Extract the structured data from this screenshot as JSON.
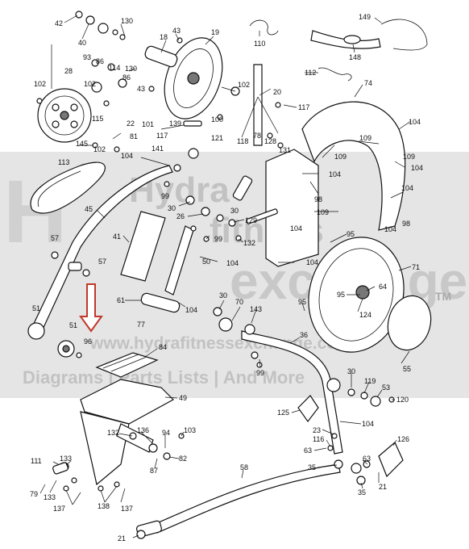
{
  "watermark": {
    "brand_line1": "Hydra",
    "brand_line2": "fitness",
    "brand_line3": "exchange",
    "trademark": "TM",
    "url": "www.hydrafitnessexchange.com",
    "tagline": "Diagrams | Parts Lists | And More"
  },
  "colors": {
    "watermark_band": "#dcdcdc",
    "arrow": "#c0392b",
    "line": "#111111"
  },
  "labels": [
    {
      "id": "42a",
      "text": "42"
    },
    {
      "id": "40a",
      "text": "40"
    },
    {
      "id": "130a",
      "text": "130"
    },
    {
      "id": "43a",
      "text": "43"
    },
    {
      "id": "18",
      "text": "18"
    },
    {
      "id": "19",
      "text": "19"
    },
    {
      "id": "110",
      "text": "110"
    },
    {
      "id": "149",
      "text": "149"
    },
    {
      "id": "148",
      "text": "148"
    },
    {
      "id": "93",
      "text": "93"
    },
    {
      "id": "86a",
      "text": "86"
    },
    {
      "id": "114",
      "text": "114"
    },
    {
      "id": "130b",
      "text": "130"
    },
    {
      "id": "102a",
      "text": "102"
    },
    {
      "id": "28",
      "text": "28"
    },
    {
      "id": "102b",
      "text": "102"
    },
    {
      "id": "86b",
      "text": "86"
    },
    {
      "id": "43b",
      "text": "43"
    },
    {
      "id": "102c",
      "text": "102"
    },
    {
      "id": "20",
      "text": "20"
    },
    {
      "id": "112",
      "text": "112"
    },
    {
      "id": "74",
      "text": "74"
    },
    {
      "id": "117a",
      "text": "117"
    },
    {
      "id": "115",
      "text": "115"
    },
    {
      "id": "22",
      "text": "22"
    },
    {
      "id": "101",
      "text": "101"
    },
    {
      "id": "100",
      "text": "100"
    },
    {
      "id": "139",
      "text": "139"
    },
    {
      "id": "117b",
      "text": "117"
    },
    {
      "id": "121",
      "text": "121"
    },
    {
      "id": "118",
      "text": "118"
    },
    {
      "id": "78",
      "text": "78"
    },
    {
      "id": "128",
      "text": "128"
    },
    {
      "id": "81",
      "text": "81"
    },
    {
      "id": "145",
      "text": "145"
    },
    {
      "id": "102d",
      "text": "102"
    },
    {
      "id": "141",
      "text": "141"
    },
    {
      "id": "131",
      "text": "131"
    },
    {
      "id": "104a",
      "text": "104"
    },
    {
      "id": "109a",
      "text": "109"
    },
    {
      "id": "104b",
      "text": "104"
    },
    {
      "id": "109b",
      "text": "109"
    },
    {
      "id": "109c",
      "text": "109"
    },
    {
      "id": "104c",
      "text": "104"
    },
    {
      "id": "113",
      "text": "113"
    },
    {
      "id": "104d",
      "text": "104"
    },
    {
      "id": "99a",
      "text": "99"
    },
    {
      "id": "98a",
      "text": "98"
    },
    {
      "id": "104e",
      "text": "104"
    },
    {
      "id": "45",
      "text": "45"
    },
    {
      "id": "30a",
      "text": "30"
    },
    {
      "id": "26",
      "text": "26"
    },
    {
      "id": "109d",
      "text": "109"
    },
    {
      "id": "104f",
      "text": "104"
    },
    {
      "id": "98b",
      "text": "98"
    },
    {
      "id": "30b",
      "text": "30"
    },
    {
      "id": "129",
      "text": "129"
    },
    {
      "id": "104g",
      "text": "104"
    },
    {
      "id": "41",
      "text": "41"
    },
    {
      "id": "99b",
      "text": "99"
    },
    {
      "id": "132a",
      "text": "132"
    },
    {
      "id": "95a",
      "text": "95"
    },
    {
      "id": "57a",
      "text": "57"
    },
    {
      "id": "104h",
      "text": "104"
    },
    {
      "id": "71",
      "text": "71"
    },
    {
      "id": "57b",
      "text": "57"
    },
    {
      "id": "50",
      "text": "50"
    },
    {
      "id": "104i",
      "text": "104"
    },
    {
      "id": "64",
      "text": "64"
    },
    {
      "id": "95b",
      "text": "95"
    },
    {
      "id": "61",
      "text": "61"
    },
    {
      "id": "30c",
      "text": "30"
    },
    {
      "id": "104j",
      "text": "104"
    },
    {
      "id": "70",
      "text": "70"
    },
    {
      "id": "95c",
      "text": "95"
    },
    {
      "id": "124",
      "text": "124"
    },
    {
      "id": "51a",
      "text": "51"
    },
    {
      "id": "143",
      "text": "143"
    },
    {
      "id": "77",
      "text": "77"
    },
    {
      "id": "51b",
      "text": "51"
    },
    {
      "id": "96",
      "text": "96"
    },
    {
      "id": "36",
      "text": "36"
    },
    {
      "id": "84",
      "text": "84"
    },
    {
      "id": "99c",
      "text": "99"
    },
    {
      "id": "55",
      "text": "55"
    },
    {
      "id": "30d",
      "text": "30"
    },
    {
      "id": "119",
      "text": "119"
    },
    {
      "id": "53",
      "text": "53"
    },
    {
      "id": "49",
      "text": "49"
    },
    {
      "id": "120",
      "text": "120"
    },
    {
      "id": "125",
      "text": "125"
    },
    {
      "id": "104k",
      "text": "104"
    },
    {
      "id": "132b",
      "text": "132"
    },
    {
      "id": "136",
      "text": "136"
    },
    {
      "id": "103",
      "text": "103"
    },
    {
      "id": "23",
      "text": "23"
    },
    {
      "id": "94",
      "text": "94"
    },
    {
      "id": "116",
      "text": "116"
    },
    {
      "id": "126",
      "text": "126"
    },
    {
      "id": "63a",
      "text": "63"
    },
    {
      "id": "111",
      "text": "111"
    },
    {
      "id": "133a",
      "text": "133"
    },
    {
      "id": "87",
      "text": "87"
    },
    {
      "id": "82",
      "text": "82"
    },
    {
      "id": "63b",
      "text": "63"
    },
    {
      "id": "58",
      "text": "58"
    },
    {
      "id": "35a",
      "text": "35"
    },
    {
      "id": "21a",
      "text": "21"
    },
    {
      "id": "79",
      "text": "79"
    },
    {
      "id": "133b",
      "text": "133"
    },
    {
      "id": "35b",
      "text": "35"
    },
    {
      "id": "137a",
      "text": "137"
    },
    {
      "id": "138",
      "text": "138"
    },
    {
      "id": "137b",
      "text": "137"
    },
    {
      "id": "21b",
      "text": "21"
    }
  ]
}
